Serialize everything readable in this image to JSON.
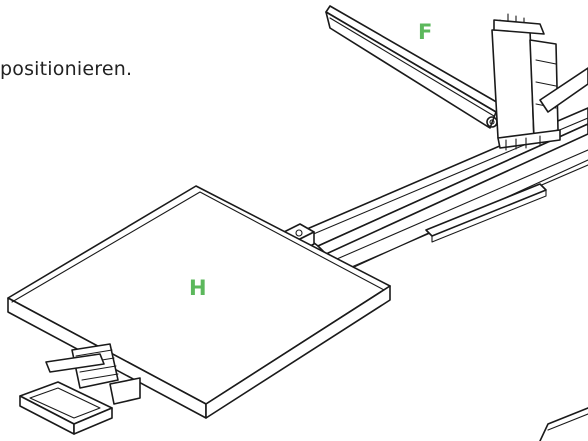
{
  "caption": {
    "text": "positionieren."
  },
  "labels": {
    "f": "F",
    "h": "H"
  },
  "colors": {
    "label": "#5cb85c",
    "line": "#1a1a1a",
    "background": "#ffffff"
  }
}
